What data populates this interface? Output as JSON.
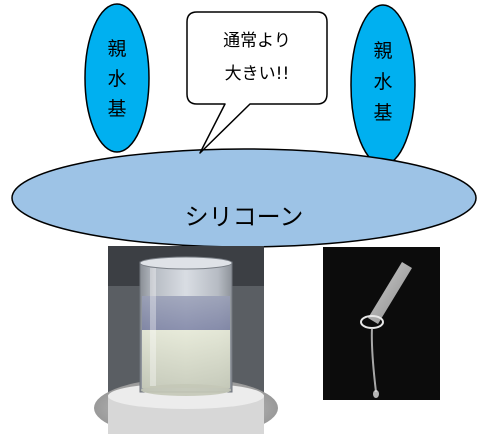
{
  "diagram": {
    "left_group_label": [
      "親",
      "水",
      "基"
    ],
    "right_group_label": [
      "親",
      "水",
      "基"
    ],
    "callout_lines": [
      "通常より",
      "大きい!!"
    ],
    "base_label": "シリコーン"
  },
  "colors": {
    "hydrophilic_fill": "#00b0f0",
    "silicone_fill": "#9dc3e6",
    "outline": "#000000"
  },
  "photos": {
    "left_photo": "silicone-jar-photo",
    "right_photo": "silicone-drop-photo"
  }
}
